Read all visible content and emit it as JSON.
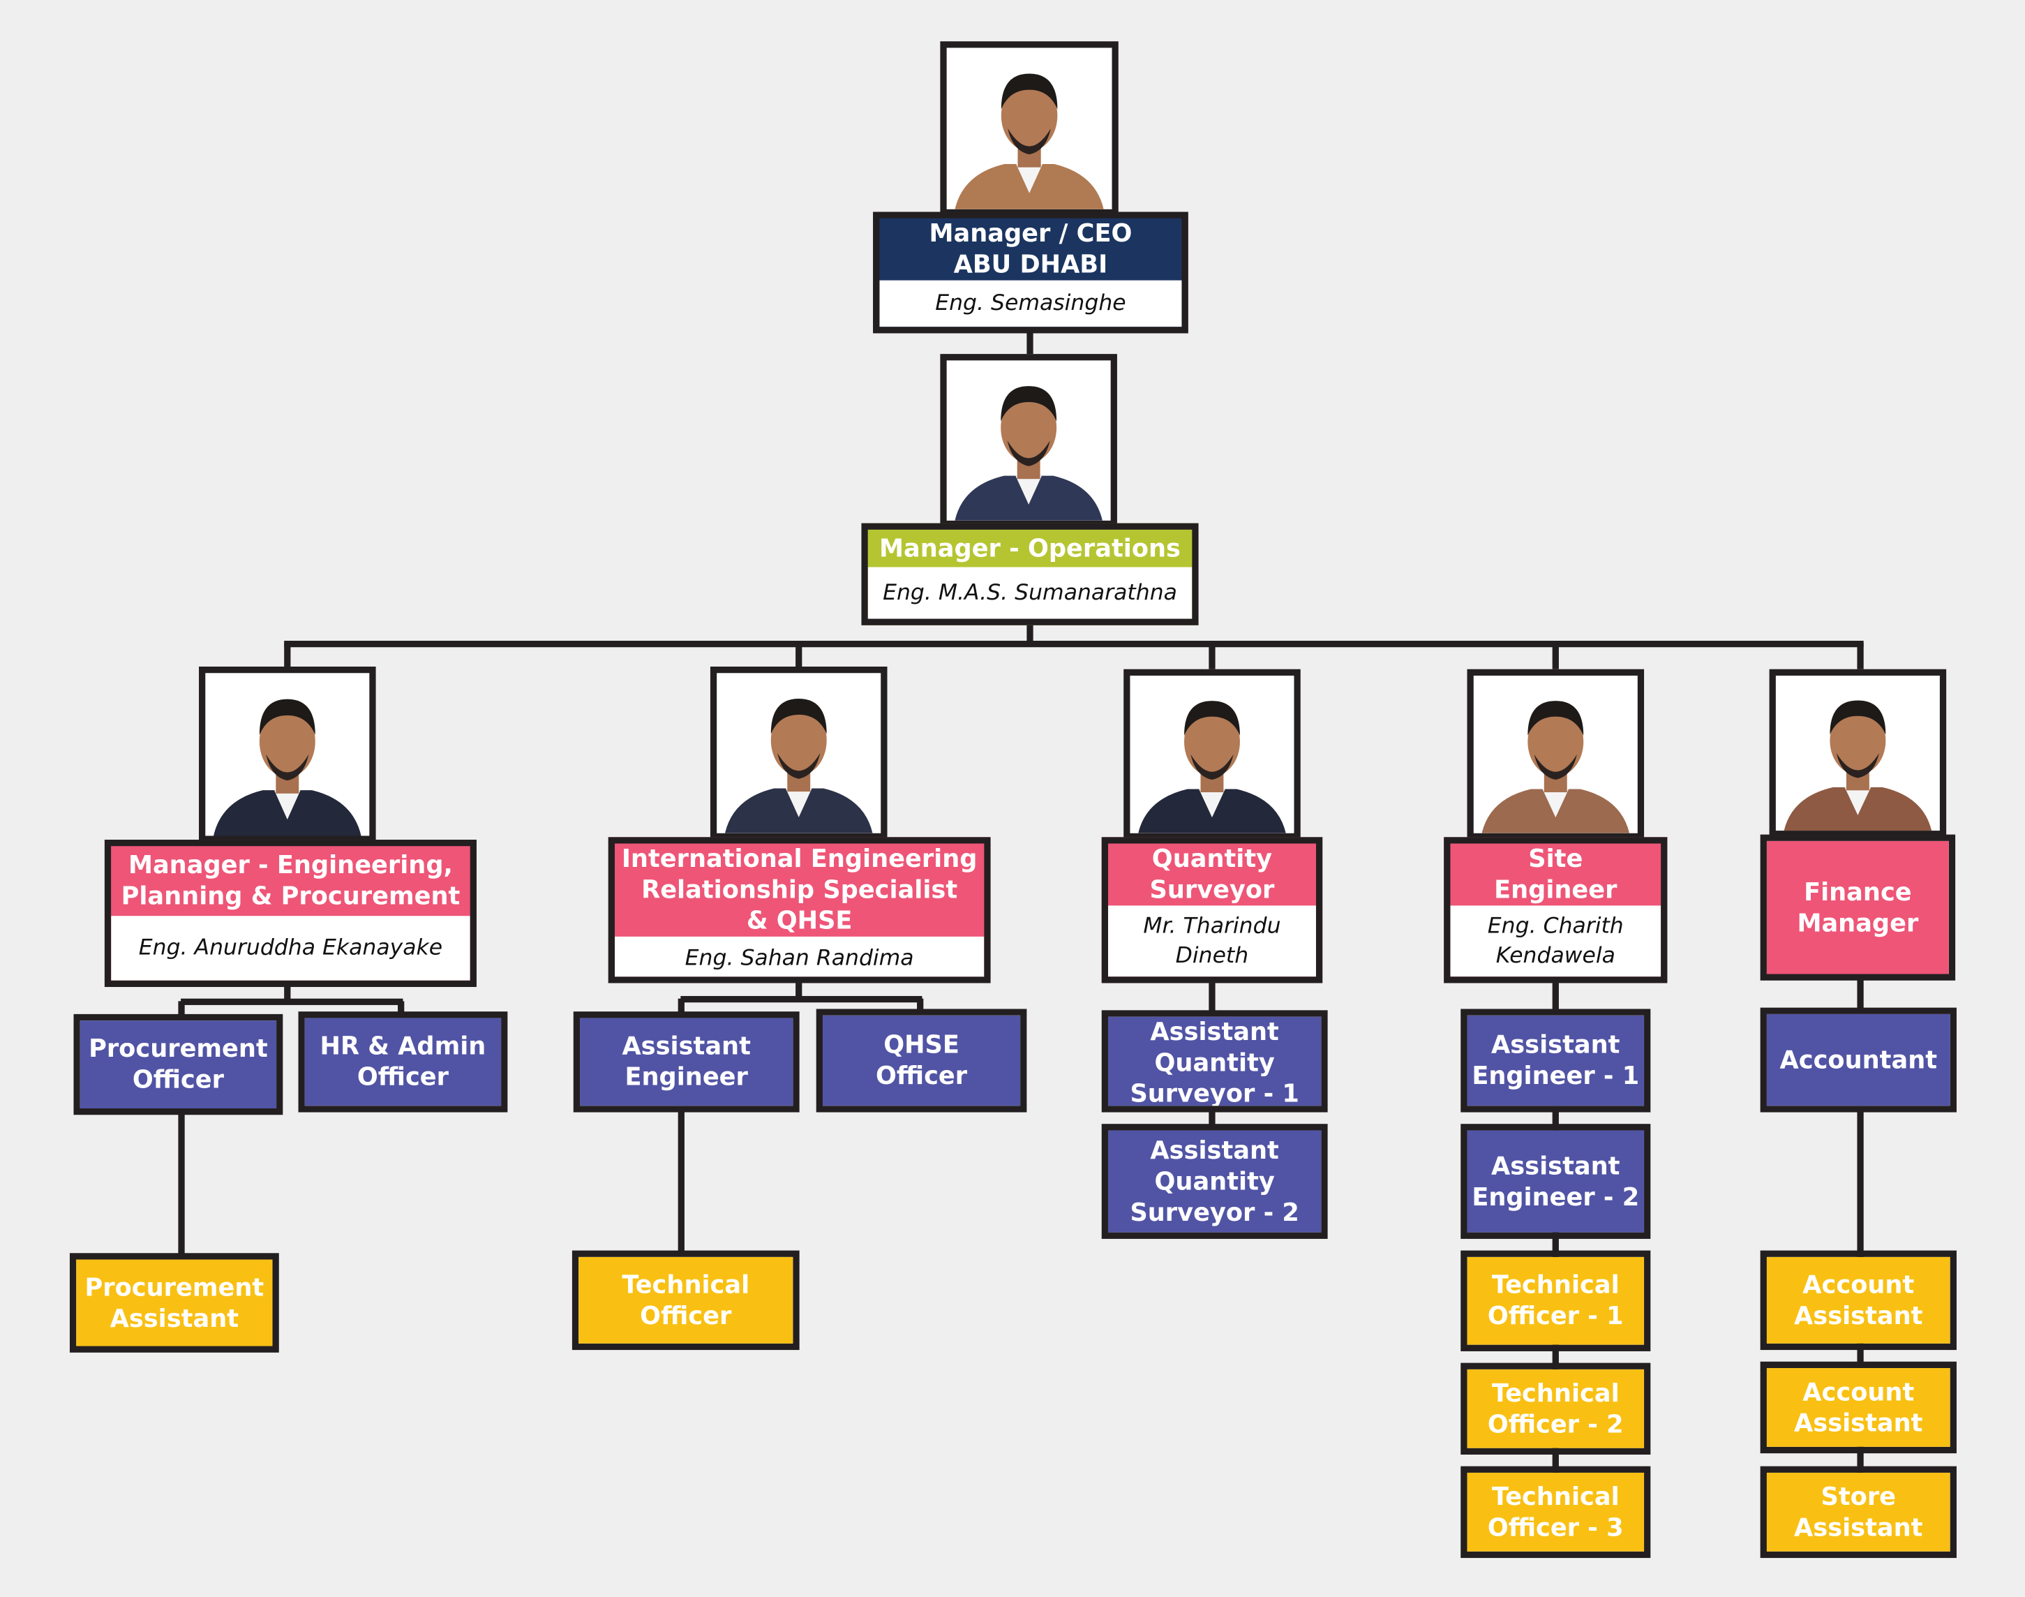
{
  "colors": {
    "ceo_header": "#1b3560",
    "operations_header": "#b5c531",
    "department_header": "#ee5577",
    "staff_level_1": "#5154a4",
    "staff_level_2": "#f9c013",
    "border": "#231f20",
    "background": "#efefef"
  },
  "ceo": {
    "title": "Manager / CEO\nABU DHABI",
    "name": "Eng. Semasinghe"
  },
  "operations": {
    "title": "Manager - Operations",
    "name": "Eng. M.A.S. Sumanarathna"
  },
  "department_heads": [
    {
      "title": "Manager - Engineering,\nPlanning & Procurement",
      "name": "Eng. Anuruddha Ekanayake"
    },
    {
      "title": "International Engineering\nRelationship Specialist\n& QHSE",
      "name": "Eng. Sahan Randima"
    },
    {
      "title": "Quantity\nSurveyor",
      "name": "Mr. Tharindu\nDineth"
    },
    {
      "title": "Site\nEngineer",
      "name": "Eng. Charith\nKendawela"
    },
    {
      "title": "Finance\nManager"
    }
  ],
  "staff": {
    "engineering": [
      "Procurement\nOfficer",
      "HR & Admin\nOfficer",
      "Procurement\nAssistant"
    ],
    "international_qhse": [
      "Assistant\nEngineer",
      "QHSE\nOfficer",
      "Technical\nOfficer"
    ],
    "quantity_surveyor": [
      "Assistant\nQuantity\nSurveyor - 1",
      "Assistant\nQuantity\nSurveyor - 2"
    ],
    "site_engineer": [
      "Assistant\nEngineer - 1",
      "Assistant\nEngineer - 2",
      "Technical\nOfficer - 1",
      "Technical\nOfficer - 2",
      "Technical\nOfficer - 3"
    ],
    "finance": [
      "Accountant",
      "Account\nAssistant",
      "Account\nAssistant",
      "Store\nAssistant"
    ]
  }
}
